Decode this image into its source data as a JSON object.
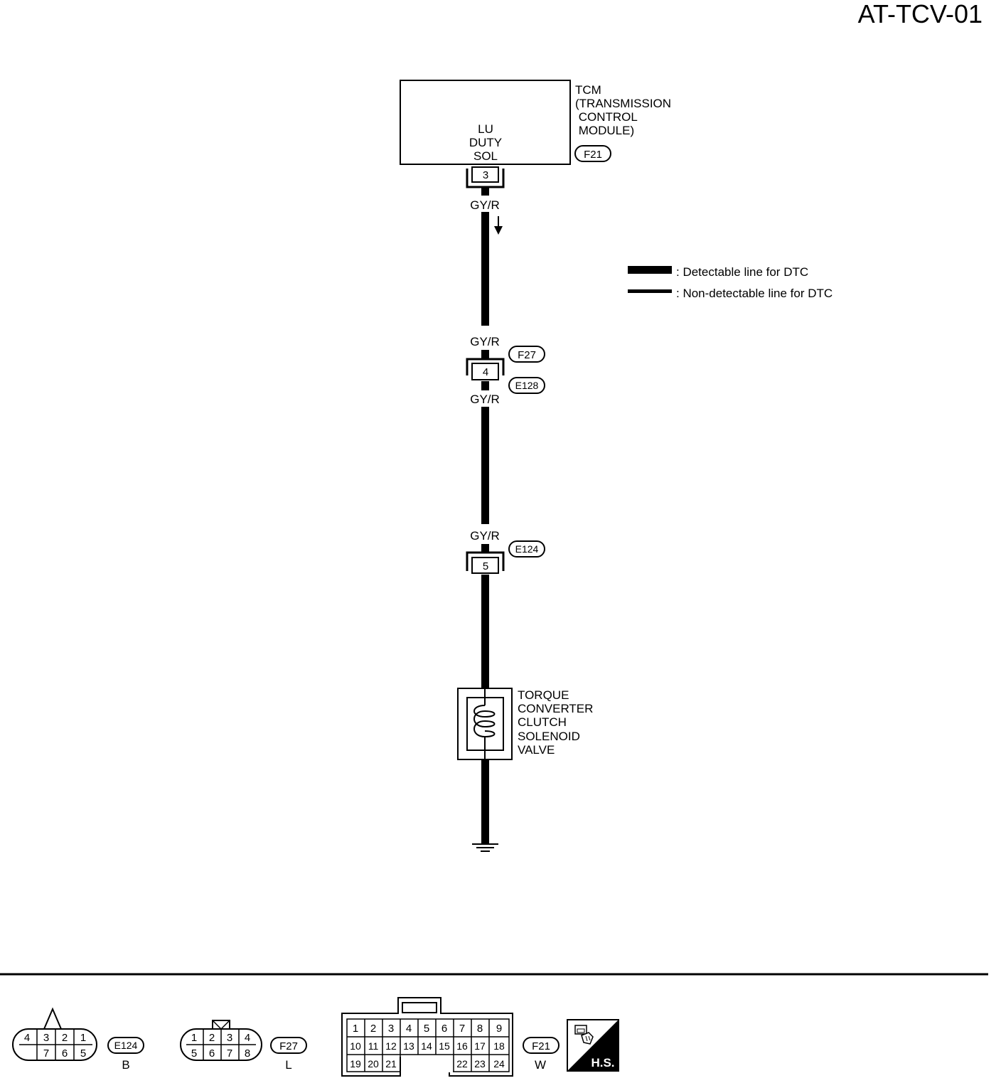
{
  "page_id": "AT-TCV-01",
  "tcm": {
    "name_lines": [
      "TCM",
      "(TRANSMISSION",
      " CONTROL",
      " MODULE)"
    ],
    "terminal_label_lines": [
      "LU",
      "DUTY",
      "SOL"
    ],
    "connector": "F21",
    "pin": "3"
  },
  "wires": {
    "color_code": "GY/R"
  },
  "legend": {
    "detectable": ": Detectable line for DTC",
    "non_detectable": ": Non-detectable line for DTC"
  },
  "joint_connector": {
    "upper": "F27",
    "lower": "E128",
    "pin": "4"
  },
  "solenoid_connector": {
    "id": "E124",
    "pin": "5"
  },
  "solenoid": {
    "name_lines": [
      "TORQUE",
      "CONVERTER",
      "CLUTCH",
      "SOLENOID",
      "VALVE"
    ]
  },
  "connector_views": {
    "e124": {
      "id": "E124",
      "color": "B",
      "top_pins": [
        "4",
        "3",
        "2",
        "1"
      ],
      "bottom_pins": [
        "7",
        "6",
        "5"
      ]
    },
    "f27": {
      "id": "F27",
      "color": "L",
      "top_pins": [
        "1",
        "2",
        "3",
        "4"
      ],
      "bottom_pins": [
        "5",
        "6",
        "7",
        "8"
      ]
    },
    "f21": {
      "id": "F21",
      "color": "W",
      "row1": [
        "1",
        "2",
        "3",
        "4",
        "5",
        "6",
        "7",
        "8",
        "9"
      ],
      "row2": [
        "10",
        "11",
        "12",
        "13",
        "14",
        "15",
        "16",
        "17",
        "18"
      ],
      "row3_left": [
        "19",
        "20",
        "21"
      ],
      "row3_right": [
        "22",
        "23",
        "24"
      ]
    }
  },
  "hs_badge": "H.S."
}
